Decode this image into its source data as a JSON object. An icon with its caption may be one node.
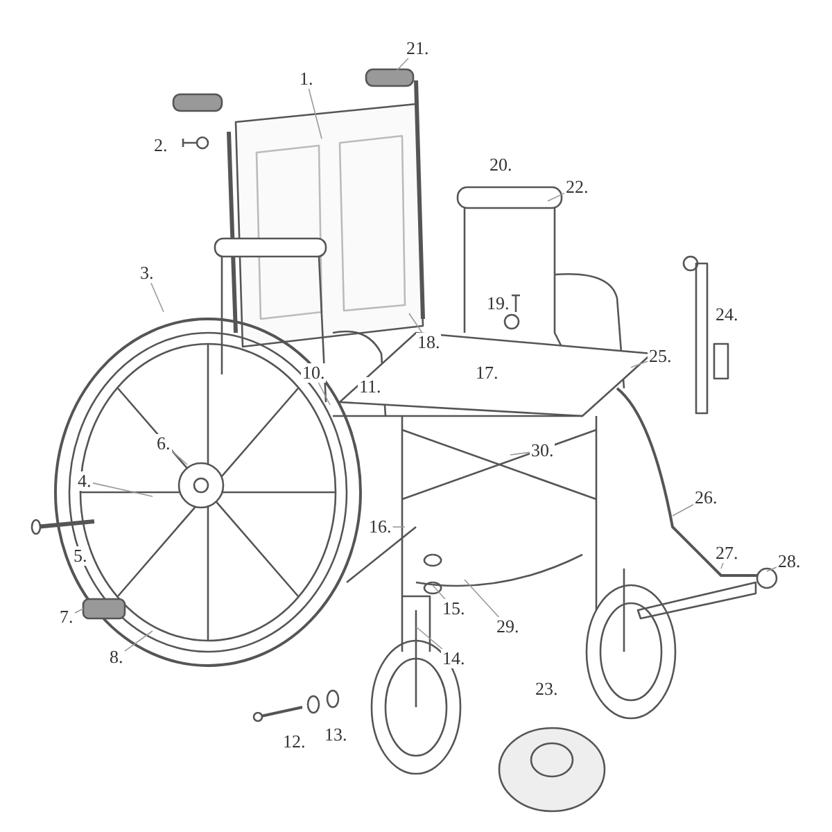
{
  "diagram": {
    "nodes": [
      {
        "text": [
          "21."
        ]
      },
      {
        "text": [
          "1."
        ]
      },
      {
        "text": [
          "22."
        ]
      },
      {
        "text": [
          "3."
        ]
      },
      {
        "text": [
          "18."
        ]
      },
      {
        "text": [
          "25."
        ]
      },
      {
        "text": [
          "10."
        ]
      },
      {
        "text": [
          "6."
        ]
      },
      {
        "text": [
          "30."
        ]
      },
      {
        "text": [
          "4."
        ]
      },
      {
        "text": [
          "26."
        ]
      },
      {
        "text": [
          "16."
        ]
      },
      {
        "text": [
          "27."
        ]
      },
      {
        "text": [
          "28."
        ]
      },
      {
        "text": [
          "15."
        ]
      },
      {
        "text": [
          "7."
        ]
      },
      {
        "text": [
          "29."
        ]
      },
      {
        "text": [
          "8."
        ]
      },
      {
        "text": [
          "14."
        ]
      },
      {
        "text": [
          "2."
        ]
      },
      {
        "text": [
          "20."
        ]
      },
      {
        "text": [
          "19."
        ]
      },
      {
        "text": [
          "24."
        ]
      },
      {
        "text": [
          "17."
        ]
      },
      {
        "text": [
          "11."
        ]
      },
      {
        "text": [
          "5."
        ]
      },
      {
        "text": [
          "23."
        ]
      },
      {
        "text": [
          "13."
        ]
      },
      {
        "text": [
          "12."
        ]
      }
    ],
    "edges": [
      {
        "from": 0,
        "to": null,
        "arrow": "none"
      },
      {
        "from": 1,
        "to": null,
        "arrow": "none"
      },
      {
        "from": 2,
        "to": null,
        "arrow": "none"
      },
      {
        "from": 3,
        "to": null,
        "arrow": "none"
      },
      {
        "from": 4,
        "to": null,
        "arrow": "none"
      },
      {
        "from": 5,
        "to": null,
        "arrow": "none"
      },
      {
        "from": 6,
        "to": null,
        "arrow": "none"
      },
      {
        "from": 7,
        "to": null,
        "arrow": "none"
      },
      {
        "from": 8,
        "to": null,
        "arrow": "none"
      },
      {
        "from": 9,
        "to": null,
        "arrow": "none"
      },
      {
        "from": 10,
        "to": null,
        "arrow": "none"
      },
      {
        "from": 11,
        "to": null,
        "arrow": "none"
      },
      {
        "from": 12,
        "to": null,
        "arrow": "none"
      },
      {
        "from": 13,
        "to": null,
        "arrow": "none"
      },
      {
        "from": 14,
        "to": null,
        "arrow": "none"
      },
      {
        "from": 15,
        "to": null,
        "arrow": "none"
      },
      {
        "from": 16,
        "to": null,
        "arrow": "none"
      },
      {
        "from": 17,
        "to": null,
        "arrow": "none"
      },
      {
        "from": 18,
        "to": null,
        "arrow": "none"
      }
    ]
  }
}
